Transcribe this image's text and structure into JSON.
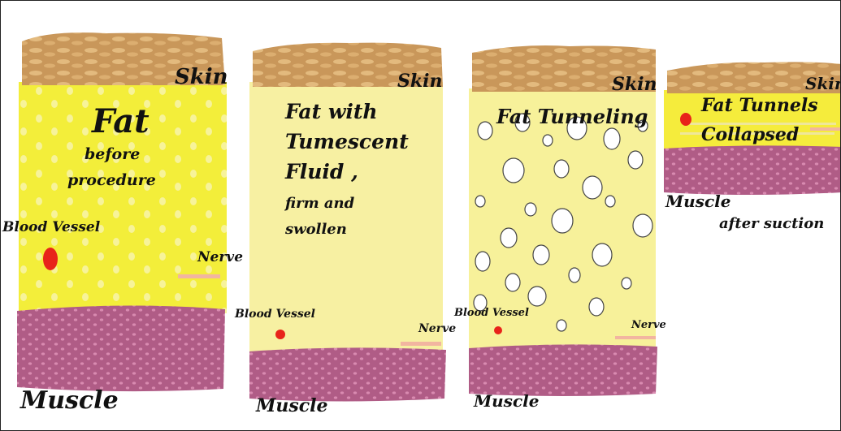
{
  "panels": [
    {
      "skin_label": "Skin",
      "fat_title": "Fat",
      "fat_lines": [
        "before",
        "procedure"
      ],
      "blood_vessel_label": "Blood Vessel",
      "nerve_label": "Nerve",
      "muscle_label": "Muscle"
    },
    {
      "skin_label": "Skin",
      "fat_title_lines": [
        "Fat with",
        "Tumescent",
        "Fluid ,"
      ],
      "fat_lines": [
        "firm and",
        "swollen"
      ],
      "blood_vessel_label": "Blood Vessel",
      "nerve_label": "Nerve",
      "muscle_label": "Muscle"
    },
    {
      "skin_label": "Skin",
      "fat_title": "Fat Tunneling",
      "blood_vessel_label": "Blood Vessel",
      "nerve_label": "Nerve",
      "muscle_label": "Muscle"
    },
    {
      "skin_label": "Skin",
      "fat_title_lines": [
        "Fat Tunnels",
        "Collapsed"
      ],
      "muscle_label": "Muscle",
      "caption": "after suction"
    }
  ],
  "colors": {
    "skin": "#c9975a",
    "skin_cells": "#e3ba7e",
    "fat_before": "#f3ee3a",
    "fat_tumescent": "#f7f0a2",
    "fat_tunneled": "#f7f19a",
    "muscle": "#b05c86",
    "muscle_cells": "#d98ab0",
    "blood_vessel": "#e8231a",
    "nerve": "#f2b5a0"
  }
}
